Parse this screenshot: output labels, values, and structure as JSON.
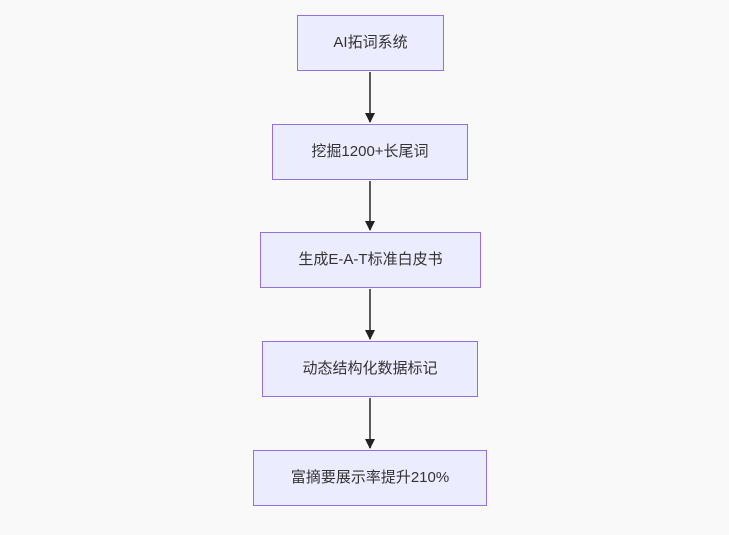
{
  "page": {
    "background_color": "#f9f9f9"
  },
  "flowchart": {
    "type": "flowchart-top-down",
    "node_fill_color": "#ECECFF",
    "node_border_color": "#9370DB",
    "node_text_color": "#333333",
    "edge_line_color": "#5c5c5c",
    "arrowhead_color": "#222222",
    "nodes": [
      {
        "id": "n1",
        "label": "AI拓词系统"
      },
      {
        "id": "n2",
        "label": "挖掘1200+长尾词"
      },
      {
        "id": "n3",
        "label": "生成E-A-T标准白皮书"
      },
      {
        "id": "n4",
        "label": "动态结构化数据标记"
      },
      {
        "id": "n5",
        "label": "富摘要展示率提升210%"
      }
    ],
    "edges": [
      {
        "from": "n1",
        "to": "n2"
      },
      {
        "from": "n2",
        "to": "n3"
      },
      {
        "from": "n3",
        "to": "n4"
      },
      {
        "from": "n4",
        "to": "n5"
      }
    ]
  }
}
